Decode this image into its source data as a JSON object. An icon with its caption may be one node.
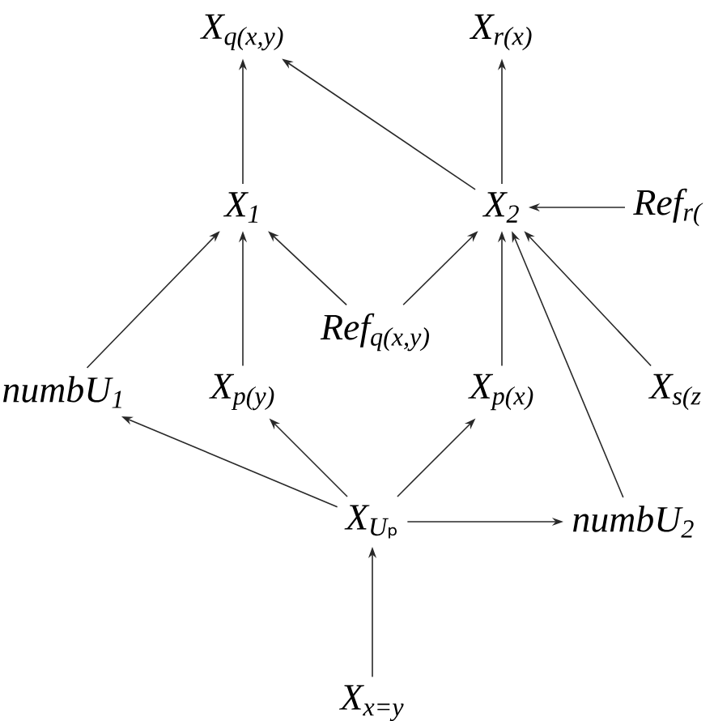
{
  "diagram": {
    "nodes": [
      {
        "text": [
          "X$_{q(x,y)}$"
        ]
      },
      {
        "text": [
          "X$_{r(x)}$"
        ]
      },
      {
        "text": [
          "X$_{1}$"
        ]
      },
      {
        "text": [
          "X$_{2}$"
        ]
      },
      {
        "text": [
          "Ref$_{r(}$"
        ]
      },
      {
        "text": [
          "Ref$_{q(x,y)}$"
        ]
      },
      {
        "text": [
          "numbU$_{1}$"
        ]
      },
      {
        "text": [
          "X$_{p(y)}$"
        ]
      },
      {
        "text": [
          "X$_{p(x)}$"
        ]
      },
      {
        "text": [
          "X$_{s(z}$"
        ]
      },
      {
        "text": [
          "X$_{Uₚ}$"
        ]
      },
      {
        "text": [
          "numbU$_{2}$"
        ]
      },
      {
        "text": [
          "X$_{x=y}$"
        ]
      }
    ],
    "edges": [
      {
        "from": 2,
        "to": 0,
        "arrow": "to"
      },
      {
        "from": 3,
        "to": 0,
        "arrow": "to"
      },
      {
        "from": 3,
        "to": 1,
        "arrow": "to"
      },
      {
        "from": 4,
        "to": 3,
        "arrow": "to"
      },
      {
        "from": 6,
        "to": 2,
        "arrow": "to"
      },
      {
        "from": 7,
        "to": 2,
        "arrow": "to"
      },
      {
        "from": 5,
        "to": 2,
        "arrow": "to"
      },
      {
        "from": 5,
        "to": 3,
        "arrow": "to"
      },
      {
        "from": 8,
        "to": 3,
        "arrow": "to"
      },
      {
        "from": 11,
        "to": 3,
        "arrow": "to"
      },
      {
        "from": 9,
        "to": 3,
        "arrow": "to"
      },
      {
        "from": 10,
        "to": 6,
        "arrow": "to"
      },
      {
        "from": 10,
        "to": 7,
        "arrow": "to"
      },
      {
        "from": 10,
        "to": 8,
        "arrow": "to"
      },
      {
        "from": 10,
        "to": 11,
        "arrow": "to"
      },
      {
        "from": 12,
        "to": 10,
        "arrow": "to"
      }
    ]
  }
}
